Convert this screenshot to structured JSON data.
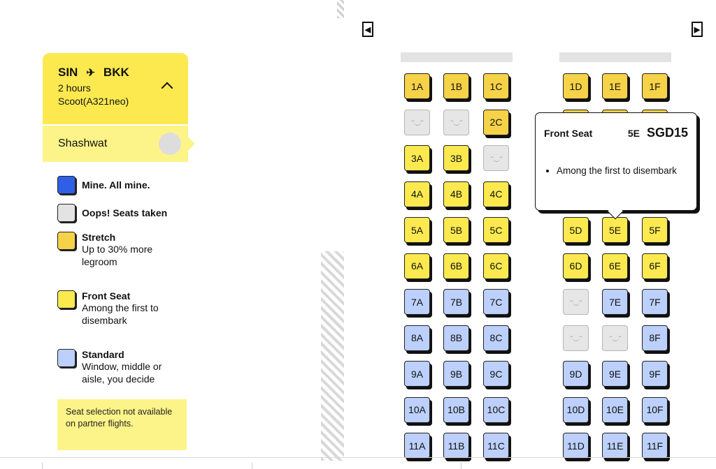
{
  "flight": {
    "origin": "SIN",
    "destination": "BKK",
    "plane_glyph": "✈",
    "duration": "2 hours",
    "aircraft": "Scoot(A321neo)"
  },
  "passenger": {
    "name": "Shashwat"
  },
  "legend": [
    {
      "title": "Mine. All mine.",
      "subtitle": "",
      "color": "#2f5fe6"
    },
    {
      "title": "Oops! Seats taken",
      "subtitle": "",
      "color": "#e3e3e3"
    },
    {
      "title": "Stretch",
      "subtitle": "Up to 30% more legroom",
      "color": "#f6d248"
    },
    {
      "title": "Front Seat",
      "subtitle": "Among the first to disembark",
      "color": "#fbe94f"
    },
    {
      "title": "Standard",
      "subtitle": "Window, middle or aisle, you decide",
      "color": "#bcd0fb"
    }
  ],
  "notice": "Seat selection not available on partner flights.",
  "nav": {
    "prev_icon": "arrow-left-icon",
    "next_icon": "arrow-right-icon"
  },
  "tooltip": {
    "type": "Front Seat",
    "seat": "5E",
    "price": "SGD15",
    "benefit": "Among the first to disembark"
  },
  "seat_columns": [
    "A",
    "B",
    "C",
    "D",
    "E",
    "F"
  ],
  "seat_rows": [
    {
      "row": "1",
      "seats": [
        "stretch",
        "stretch",
        "stretch",
        "stretch",
        "stretch",
        "stretch"
      ]
    },
    {
      "row": "2",
      "seats": [
        "taken",
        "taken",
        "stretch",
        "stretch",
        "stretch",
        "stretch"
      ]
    },
    {
      "row": "3",
      "seats": [
        "front",
        "front",
        "taken",
        "front",
        "front",
        "front"
      ]
    },
    {
      "row": "4",
      "seats": [
        "front",
        "front",
        "front",
        "front",
        "front",
        "front"
      ]
    },
    {
      "row": "5",
      "seats": [
        "front",
        "front",
        "front",
        "front",
        "front",
        "front"
      ]
    },
    {
      "row": "6",
      "seats": [
        "front",
        "front",
        "front",
        "front",
        "front",
        "front"
      ]
    },
    {
      "row": "7",
      "seats": [
        "standard",
        "standard",
        "standard",
        "taken",
        "standard",
        "standard"
      ]
    },
    {
      "row": "8",
      "seats": [
        "standard",
        "standard",
        "standard",
        "taken",
        "taken",
        "standard"
      ]
    },
    {
      "row": "9",
      "seats": [
        "standard",
        "standard",
        "standard",
        "standard",
        "standard",
        "standard"
      ]
    },
    {
      "row": "10",
      "seats": [
        "standard",
        "standard",
        "standard",
        "standard",
        "standard",
        "standard"
      ]
    },
    {
      "row": "11",
      "seats": [
        "standard",
        "standard",
        "standard",
        "standard",
        "standard",
        "standard"
      ]
    }
  ]
}
